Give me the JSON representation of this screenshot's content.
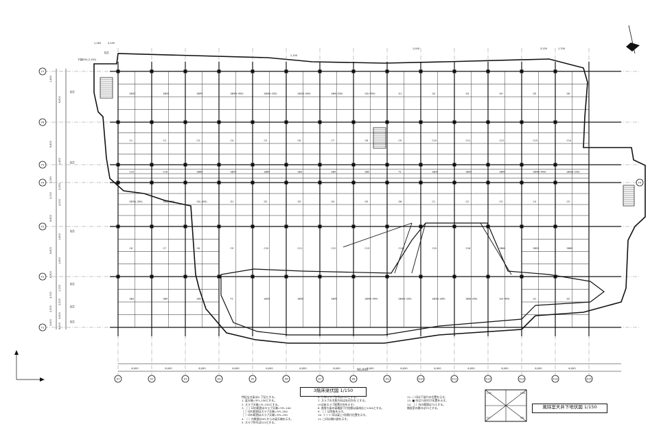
{
  "drawing": {
    "main_title": "3階床梁伏図 1/150",
    "inset_title": "風除室天井下地伏図 1/150",
    "overall_dimension": "90,000",
    "x_axes": [
      "X1",
      "X2",
      "X3",
      "X4",
      "X5",
      "X6",
      "X7",
      "X8",
      "X9",
      "X10",
      "X11",
      "X12",
      "X13",
      "X14",
      "X15"
    ],
    "y_axes": [
      "Y7",
      "Y6",
      "Y5",
      "Y4",
      "Y3",
      "Y2",
      "Y1"
    ],
    "bay_dims": [
      "6,000",
      "6,000",
      "6,000",
      "6,000",
      "6,000",
      "6,000",
      "6,000",
      "6,000",
      "6,000",
      "6,000",
      "6,000",
      "6,000",
      "6,000",
      "6,000"
    ],
    "beam_labels": [
      "SB35",
      "SB50",
      "SB45",
      "SB40(-450)",
      "SB30(-250)",
      "SB35(-300)",
      "SB4(-350)",
      "G2(-450)",
      "G1",
      "G2",
      "G3",
      "G4",
      "G5",
      "G6",
      "C1",
      "C2",
      "C3",
      "C4",
      "C5",
      "C6",
      "C7",
      "C8",
      "C9",
      "C10",
      "C11",
      "C12",
      "C13",
      "C14",
      "C15",
      "C16",
      "SB60",
      "SB55",
      "SB65",
      "SB3",
      "SB4",
      "SB5",
      "T1"
    ],
    "top_dims": [
      "1,165",
      "3,150",
      "1,000",
      "3,150",
      "1,700",
      "1,100"
    ],
    "side_dims": [
      "1,450",
      "6,800",
      "6,800",
      "1,450",
      "2,050",
      "2,250",
      "2,000",
      "4,200",
      "6,800",
      "1,800",
      "6,800",
      "1,600",
      "6,800",
      "1,000",
      "3,000",
      "2,500",
      "2,500",
      "3,600",
      "3,600",
      "6,500"
    ],
    "side_notes": [
      "柱芯",
      "柱芯",
      "柱芯",
      "柱芯",
      "柱芯",
      "柱芯"
    ],
    "top_notes": [
      "下端B15(-2,150)",
      "柱芯"
    ],
    "notes_col1": [
      "特記なき梁はV. 下記とする。",
      "1. 梁天端=3FL-150とする。",
      "2. スラブ天端=FL-150とする。",
      "3. ［ ］印の範囲はスラブ天端=3FL-100",
      "   ［ ］印の範囲はスラブ天端=3FL-200",
      "   ［ ］印の範囲はスラブ天端=3FL-250",
      "4. （ ）内数値は3FLからの梁天端を示す。",
      "5. スラブ符号はS15とする。"
    ],
    "notes_col2": [
      "6. 片持スラブ符号はCS1とする。",
      "7. スラブの主筋方向は矢印方向 とする。",
      "   (↔は床スラブ配置方向を示す)",
      "8. 鉄骨大梁の梁端部下付加筋は梁成応じ1200とする。",
      "9. ［ ］は吹抜を示す。",
      "10. ＋＝＋ 印は梁上T形筋付位置を示す。",
      "11. □印は開口部を示す。"
    ],
    "notes_col3": [
      "12. ○ 印は下部穴の位置を示す。",
      "13. ■ 印はT2形付け化置を示す。",
      "14. ［ ］内の範囲はT2とする。",
      "   階段室の開口はT2とする。"
    ],
    "inset_labels": [
      "C15",
      "C16",
      "G7",
      "G8"
    ]
  }
}
